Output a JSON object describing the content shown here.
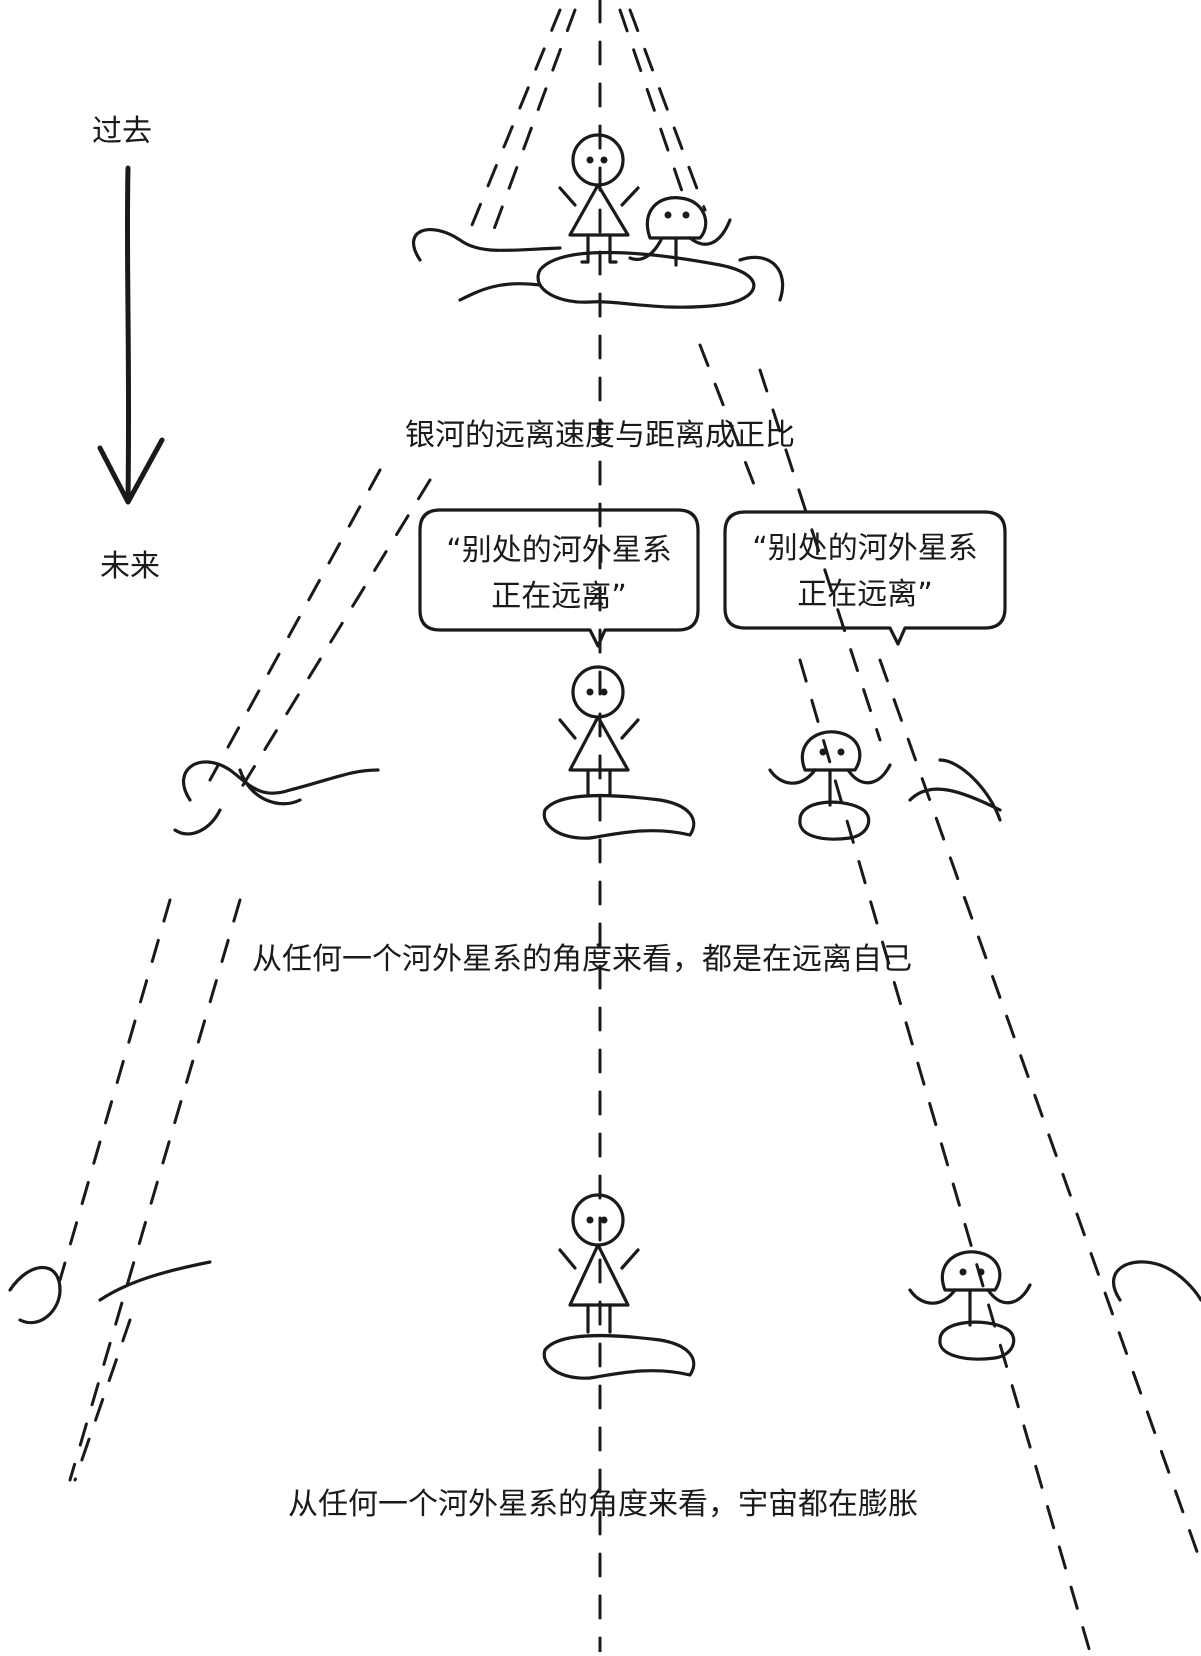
{
  "timeline": {
    "past_label": "过去",
    "future_label": "未来"
  },
  "captions": {
    "row1": "银河的远离速度与距离成正比",
    "row2": "从任何一个河外星系的角度来看，都是在远离自己",
    "row3": "从任何一个河外星系的角度来看，宇宙都在膨胀"
  },
  "bubbles": {
    "left": {
      "line1": "“别处的河外星系",
      "line2": "正在远离”"
    },
    "right": {
      "line1": "“别处的河外星系",
      "line2": "正在远离”"
    }
  },
  "colors": {
    "ink": "#1a1a1a",
    "background": "#ffffff"
  }
}
